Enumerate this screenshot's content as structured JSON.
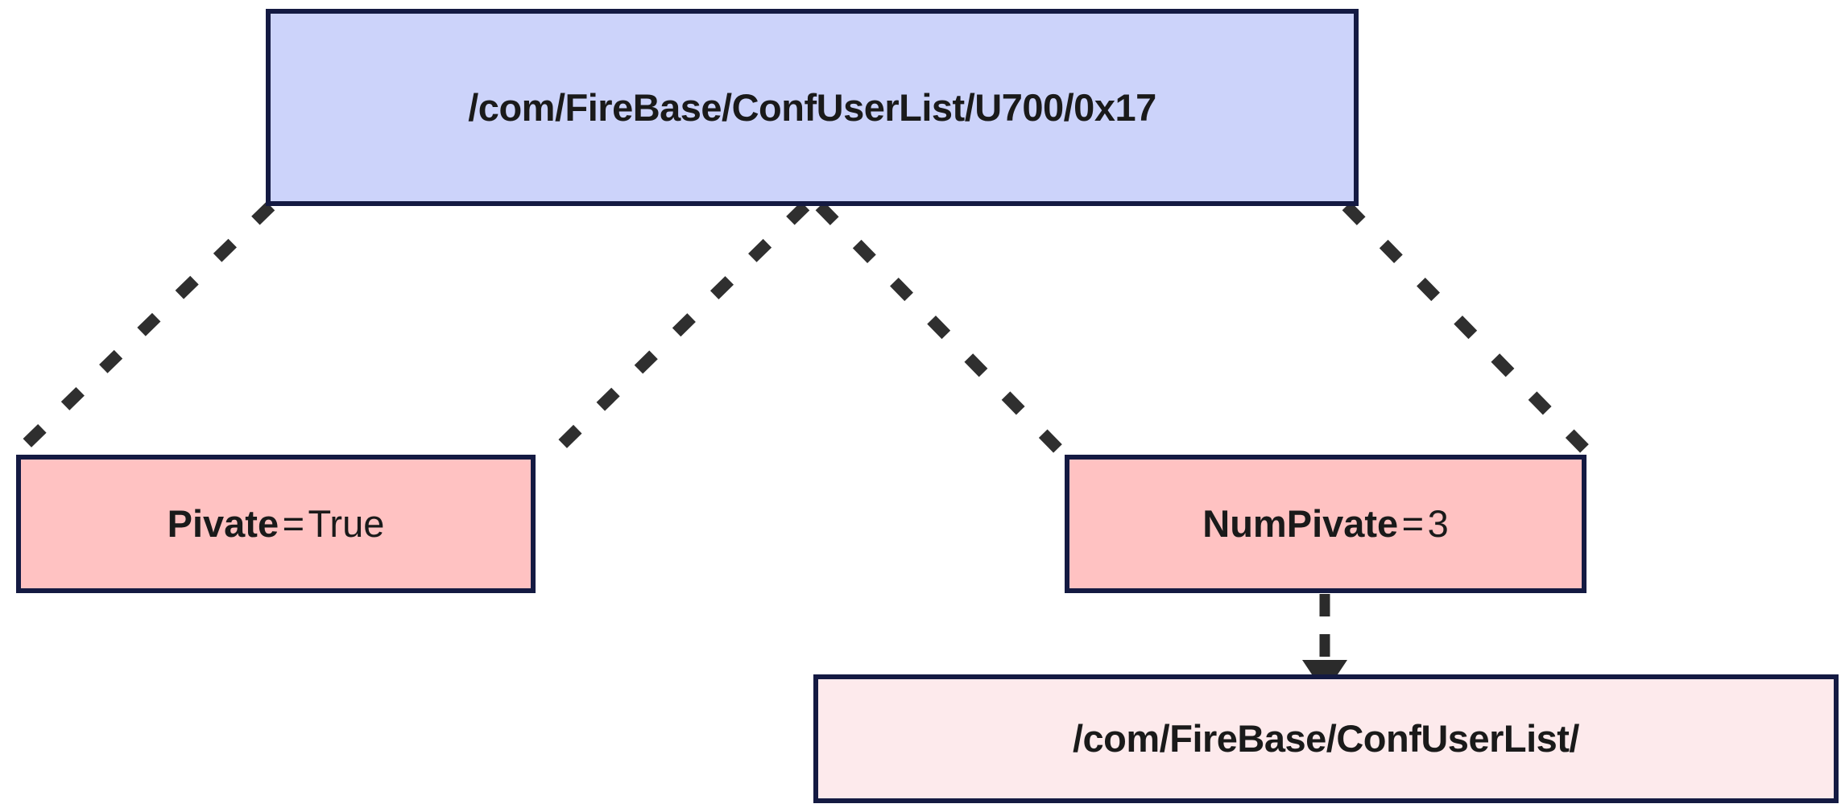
{
  "diagram": {
    "title": "FireBase ConfUserList node attribute diagram",
    "colors": {
      "border": "#141A42",
      "root_fill": "#CCD3FA",
      "attribute_fill": "#FFC2C2",
      "target_fill": "#FDEAEC",
      "edge": "#333333",
      "background": "#FFFFFF"
    },
    "nodes": [
      {
        "id": "root",
        "label": "/com/FireBase/ConfUserList/U700/0x17",
        "shape": "rectangle",
        "fill": "#CCD3FA",
        "bold": true
      },
      {
        "id": "private",
        "key": "Pivate",
        "separator": "=",
        "value": "True",
        "label": "Pivate = True",
        "shape": "rectangle",
        "fill": "#FFC2C2",
        "bold": false
      },
      {
        "id": "numprivate",
        "key": "NumPivate",
        "separator": "=",
        "value": "3",
        "label": "NumPivate = 3",
        "shape": "rectangle",
        "fill": "#FFC2C2",
        "bold": false
      },
      {
        "id": "parentpath",
        "label": "/com/FireBase/ConfUserList/",
        "shape": "rectangle",
        "fill": "#FDEAEC",
        "bold": true
      }
    ],
    "edges": [
      {
        "id": "edge-root-private-outer",
        "from": "root",
        "to": "private",
        "style": "dashed",
        "arrow": false
      },
      {
        "id": "edge-root-private-inner",
        "from": "root",
        "to": "private",
        "style": "dashed",
        "arrow": false
      },
      {
        "id": "edge-root-numprivate-inner",
        "from": "root",
        "to": "numprivate",
        "style": "dashed",
        "arrow": false
      },
      {
        "id": "edge-root-numprivate-outer",
        "from": "root",
        "to": "numprivate",
        "style": "dashed",
        "arrow": false
      },
      {
        "id": "edge-numprivate-parentpath",
        "from": "numprivate",
        "to": "parentpath",
        "style": "dashed",
        "arrow": true
      }
    ]
  }
}
